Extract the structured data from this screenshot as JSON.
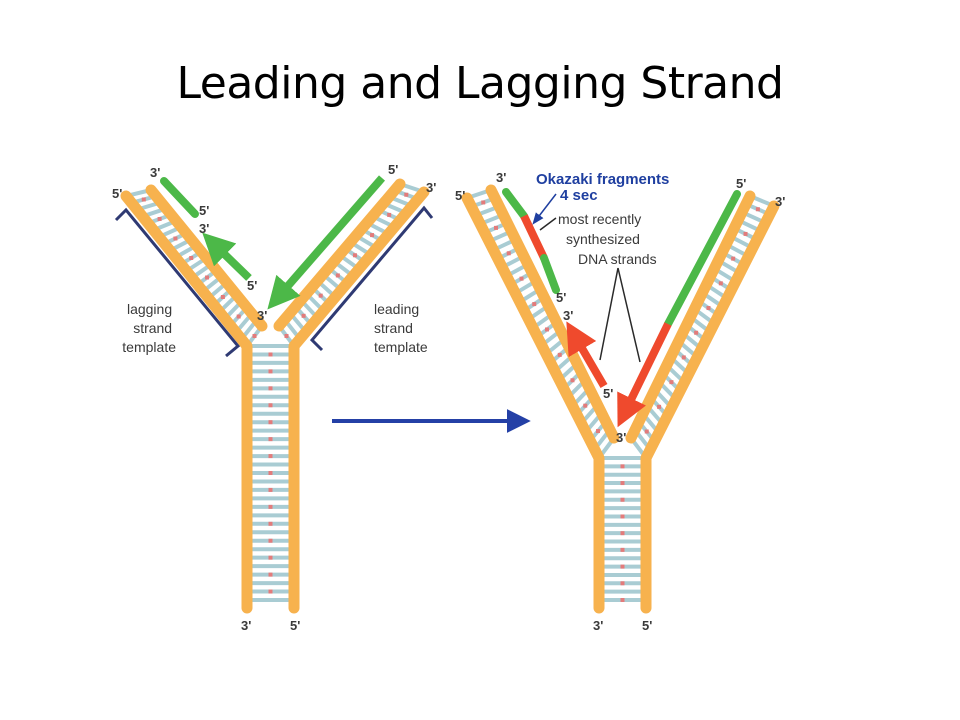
{
  "slide": {
    "title": "Leading and Lagging Strand"
  },
  "colors": {
    "backbone": "#f7b24e",
    "base_pair": "#a9ccd3",
    "base_accent": "#e37b7b",
    "new_strand": "#4cb848",
    "recent_strand": "#ef4a2d",
    "arrow_blue": "#2440a6",
    "bracket": "#2f3a73"
  },
  "left_fork": {
    "ends": {
      "top_left_5": "5'",
      "top_left_3": "3'",
      "top_right_5": "5'",
      "top_right_3": "3'",
      "frag_5": "5'",
      "frag_3": "3'",
      "lag_arrow_5": "5'",
      "lead_arrow_3": "3'",
      "bottom_3": "3'",
      "bottom_5": "5'"
    },
    "lagging_label": [
      "lagging",
      "strand",
      "template"
    ],
    "leading_label": [
      "leading",
      "strand",
      "template"
    ]
  },
  "right_fork": {
    "ends": {
      "top_left_5": "5'",
      "top_left_3": "3'",
      "top_right_5": "5'",
      "top_right_3": "3'",
      "frag_5": "5'",
      "frag_3": "3'",
      "lag_arrow_5": "5'",
      "lead_arrow_3": "3'",
      "bottom_3": "3'",
      "bottom_5": "5'"
    },
    "okazaki_label": [
      "Okazaki fragments",
      "4 sec"
    ],
    "recent_label": [
      "most recently",
      "synthesized",
      "DNA strands"
    ]
  }
}
